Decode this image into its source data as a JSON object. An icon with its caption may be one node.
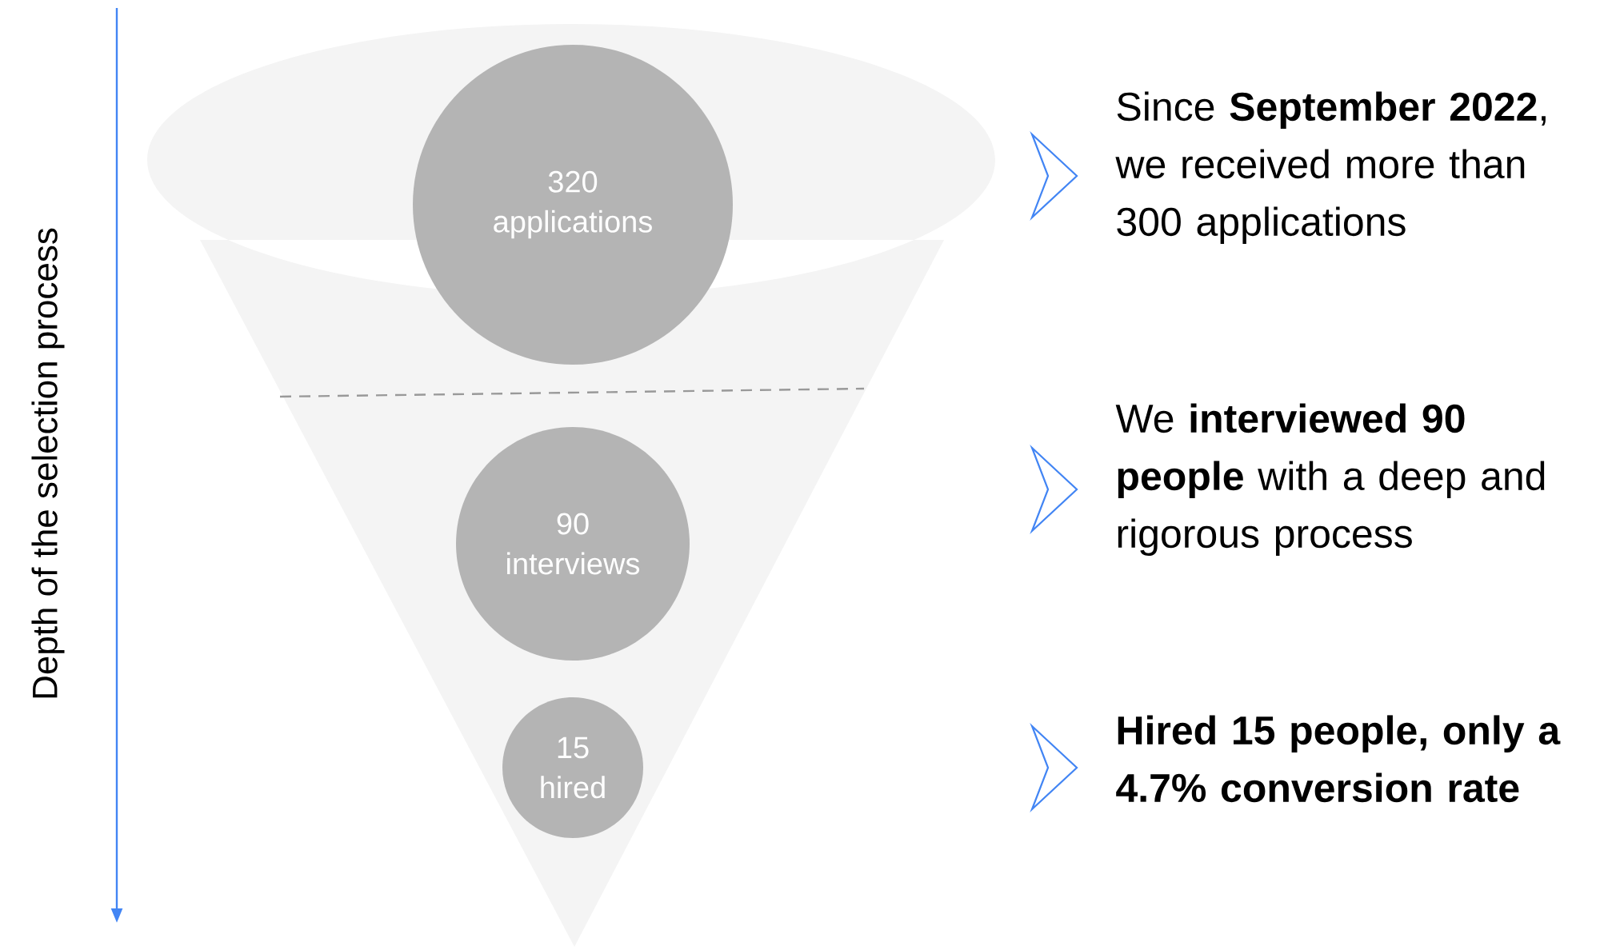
{
  "diagram": {
    "nodes": [
      {
        "text": [],
        "shape": "funnel"
      },
      {
        "text": [
          "320",
          "applications"
        ],
        "in": 0
      },
      {
        "text": [
          "90",
          "interviews"
        ],
        "in": 0
      },
      {
        "text": [
          "15",
          "hired"
        ],
        "in": 0
      }
    ],
    "labels": [
      "Depth of the selection process",
      "Since **September 2022**, we received more than 300 applications",
      "We **interviewed 90 people** with a deep and rigorous process",
      "Hired 15 people, only a 4.7% conversion rate"
    ]
  }
}
